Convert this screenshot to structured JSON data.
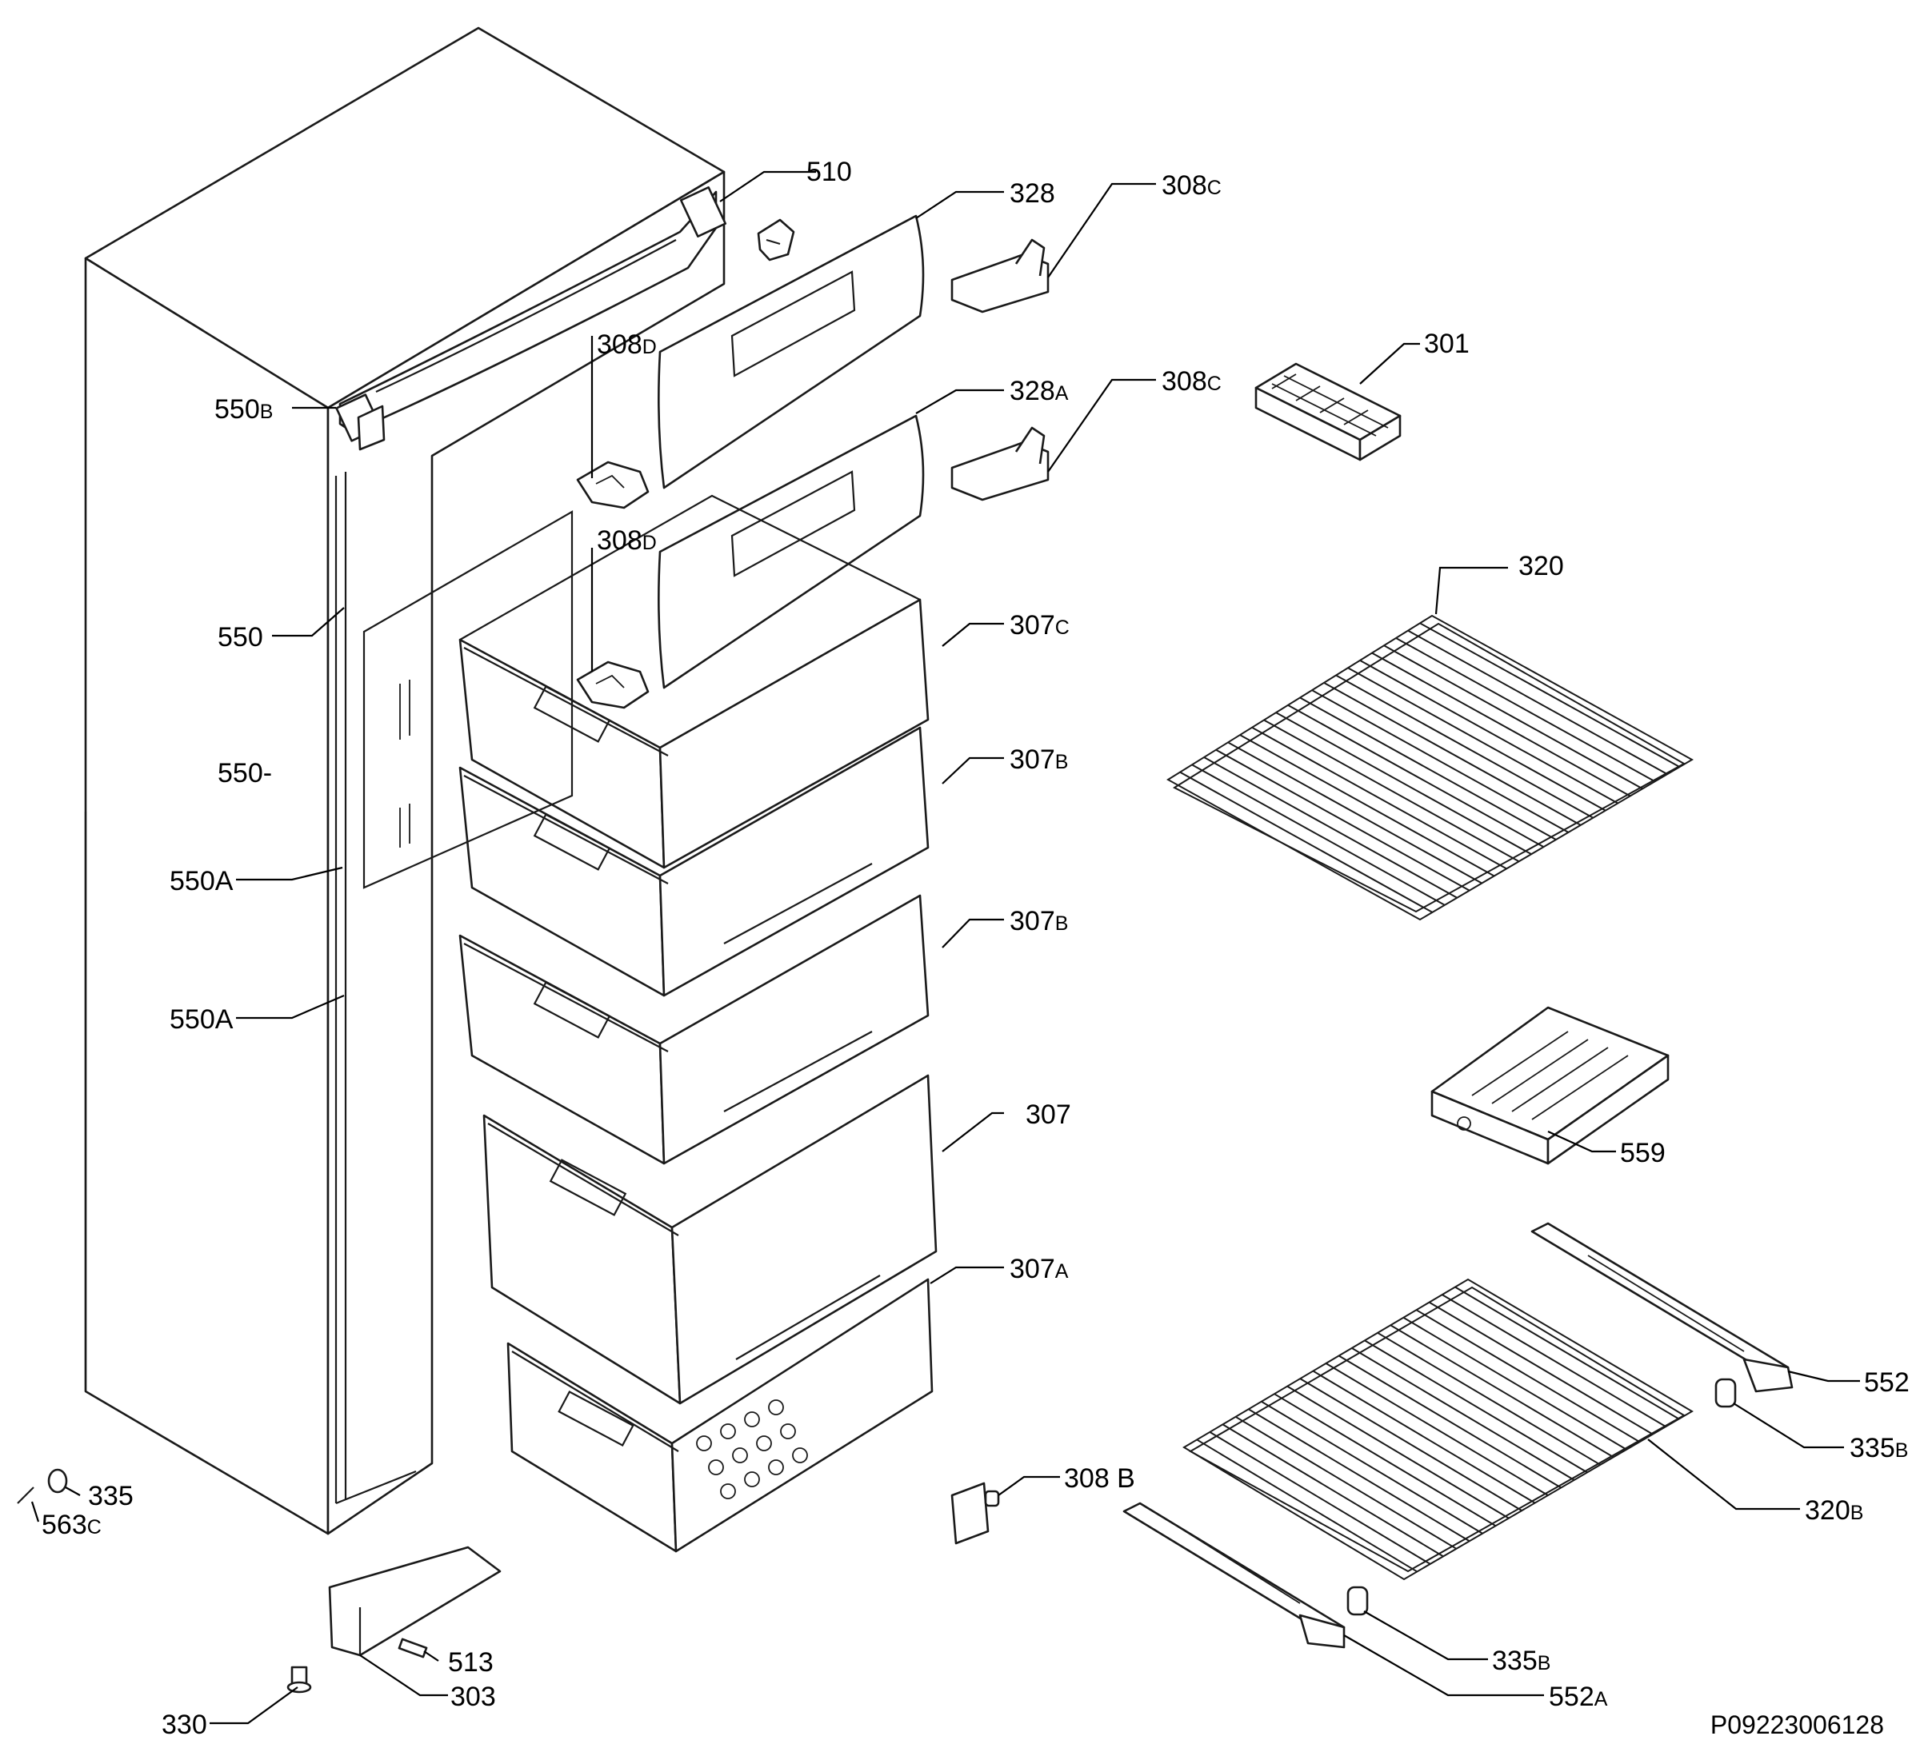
{
  "callouts": [
    {
      "id": "c510",
      "number": "510",
      "suffix": ""
    },
    {
      "id": "c328",
      "number": "328",
      "suffix": ""
    },
    {
      "id": "c308c_top",
      "number": "308",
      "suffix": "C"
    },
    {
      "id": "c308d_top",
      "number": "308",
      "suffix": "D"
    },
    {
      "id": "c301",
      "number": "301",
      "suffix": ""
    },
    {
      "id": "c550b",
      "number": "550",
      "suffix": "B"
    },
    {
      "id": "c328a",
      "number": "328",
      "suffix": "A"
    },
    {
      "id": "c308c_mid",
      "number": "308",
      "suffix": "C"
    },
    {
      "id": "c308d_mid",
      "number": "308",
      "suffix": "D"
    },
    {
      "id": "c320",
      "number": "320",
      "suffix": ""
    },
    {
      "id": "c307c",
      "number": "307",
      "suffix": "C"
    },
    {
      "id": "c550",
      "number": "550",
      "suffix": ""
    },
    {
      "id": "c307b_1",
      "number": "307",
      "suffix": "B"
    },
    {
      "id": "c550dash",
      "number": "550-",
      "suffix": ""
    },
    {
      "id": "c550a_1",
      "number": "550A",
      "suffix": ""
    },
    {
      "id": "c307b_2",
      "number": "307",
      "suffix": "B"
    },
    {
      "id": "c550a_2",
      "number": "550A",
      "suffix": ""
    },
    {
      "id": "c307",
      "number": "307",
      "suffix": ""
    },
    {
      "id": "c559",
      "number": "559",
      "suffix": ""
    },
    {
      "id": "c307a",
      "number": "307",
      "suffix": "A"
    },
    {
      "id": "c552",
      "number": "552",
      "suffix": ""
    },
    {
      "id": "c335b_1",
      "number": "335",
      "suffix": "B"
    },
    {
      "id": "c335",
      "number": "335",
      "suffix": ""
    },
    {
      "id": "c563c",
      "number": "563",
      "suffix": "C"
    },
    {
      "id": "c308b",
      "number": "308 B",
      "suffix": ""
    },
    {
      "id": "c320b",
      "number": "320",
      "suffix": "B"
    },
    {
      "id": "c513",
      "number": "513",
      "suffix": ""
    },
    {
      "id": "c303",
      "number": "303",
      "suffix": ""
    },
    {
      "id": "c335b_2",
      "number": "335",
      "suffix": "B"
    },
    {
      "id": "c552a",
      "number": "552",
      "suffix": "A"
    },
    {
      "id": "c330",
      "number": "330",
      "suffix": ""
    }
  ],
  "document_id": "P09223006128"
}
